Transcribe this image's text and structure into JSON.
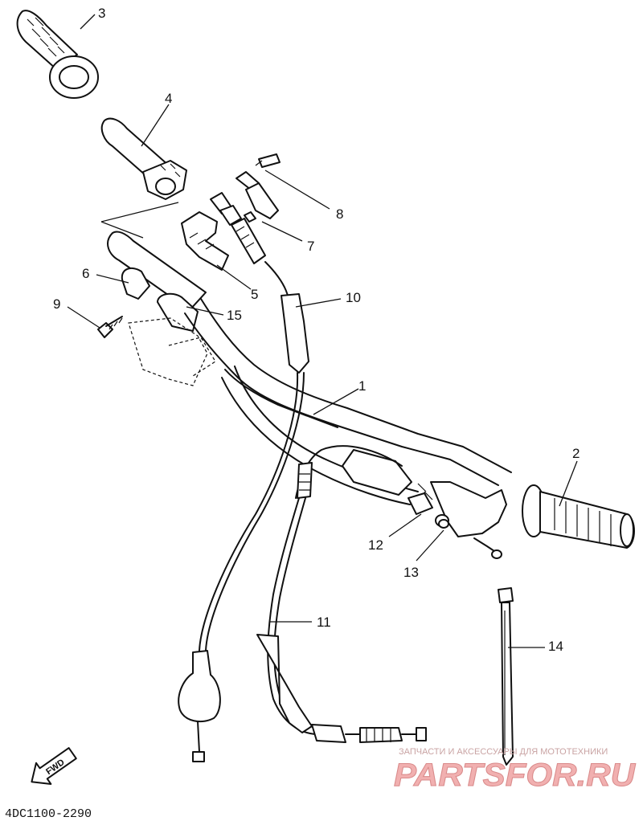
{
  "callouts": {
    "c1": "1",
    "c2": "2",
    "c3": "3",
    "c4": "4",
    "c5": "5",
    "c6": "6",
    "c7": "7",
    "c8": "8",
    "c9": "9",
    "c10": "10",
    "c11": "11",
    "c12": "12",
    "c13": "13",
    "c14": "14",
    "c15": "15"
  },
  "fwd_label": "FWD",
  "diagram_code": "4DC1100-2290",
  "watermark": {
    "caption": "ЗАПЧАСТИ И АКСЕССУАРЫ ДЛЯ МОТОТЕХНИКИ",
    "brand": "PARTSFOR.RU"
  },
  "icons": {
    "fwd_arrow": "arrow-down-left-icon"
  }
}
